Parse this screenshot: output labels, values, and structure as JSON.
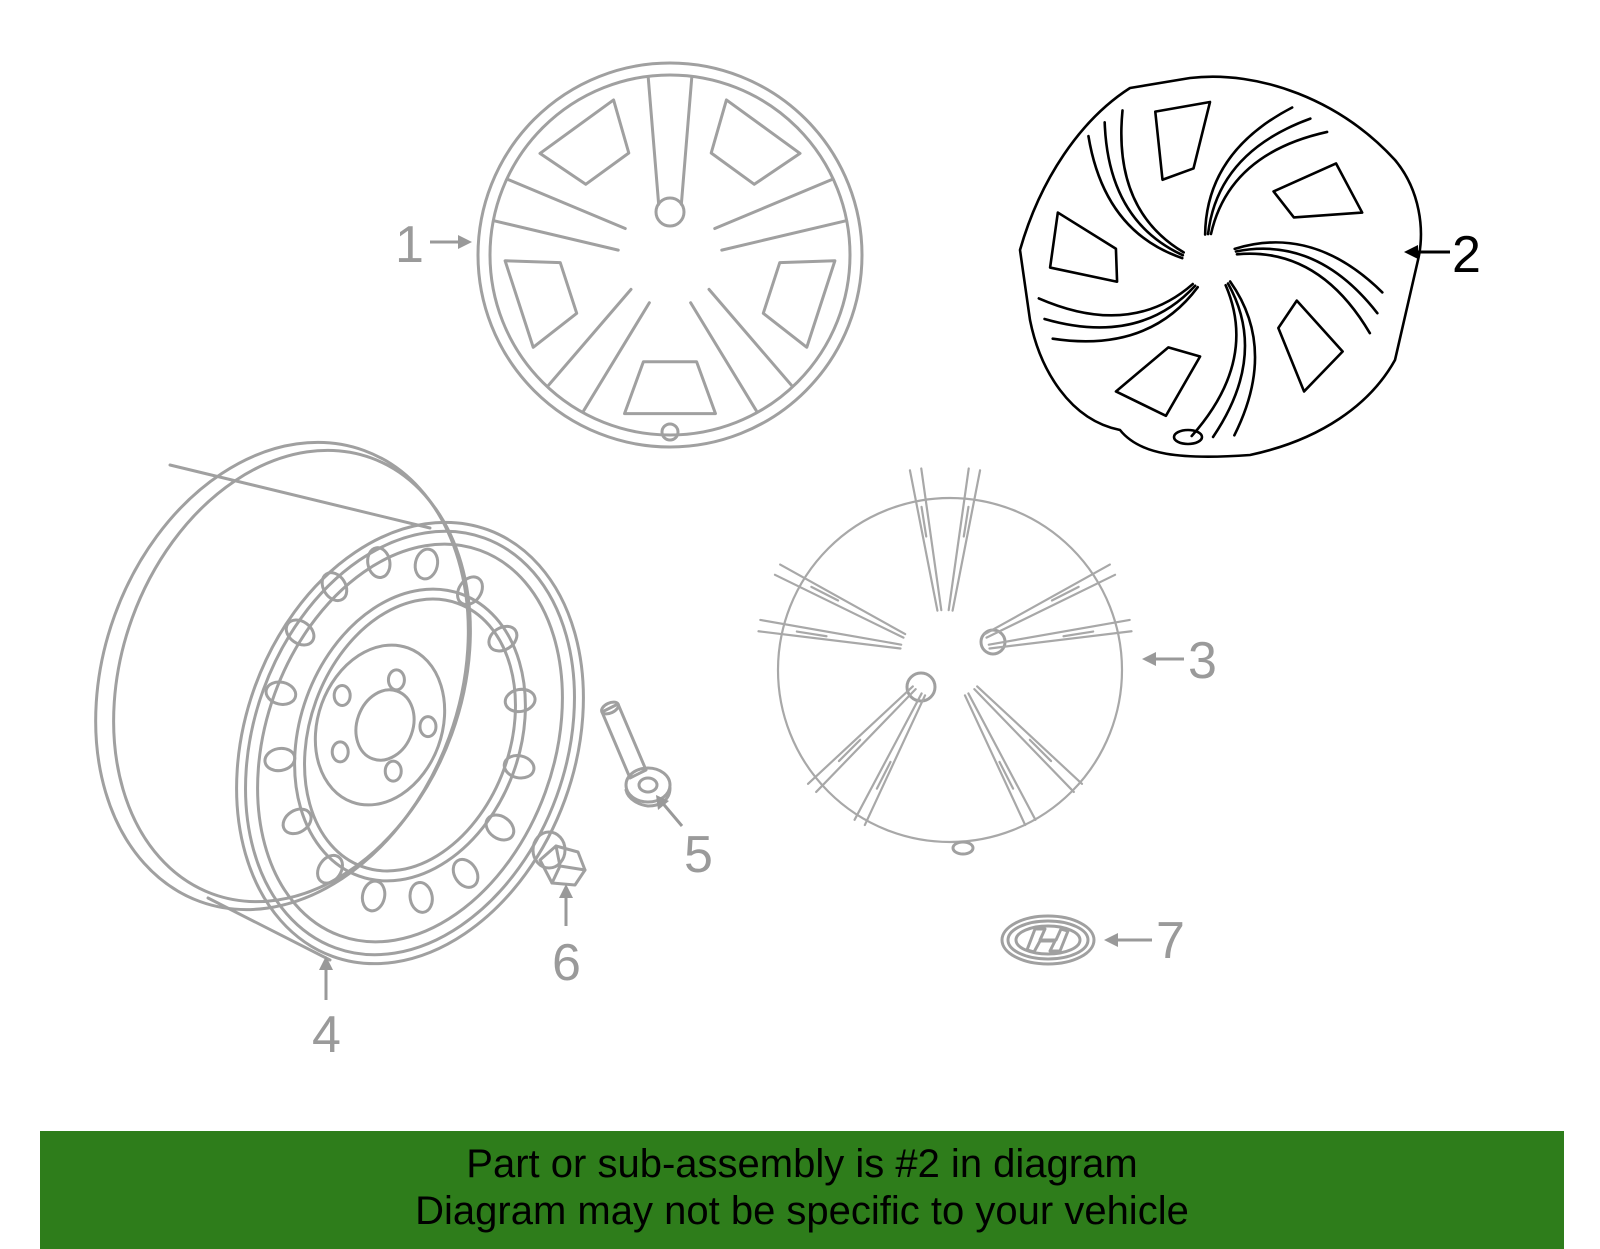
{
  "callouts": [
    {
      "id": "1",
      "label": "1",
      "highlighted": false
    },
    {
      "id": "2",
      "label": "2",
      "highlighted": true
    },
    {
      "id": "3",
      "label": "3",
      "highlighted": false
    },
    {
      "id": "4",
      "label": "4",
      "highlighted": false
    },
    {
      "id": "5",
      "label": "5",
      "highlighted": false
    },
    {
      "id": "6",
      "label": "6",
      "highlighted": false
    },
    {
      "id": "7",
      "label": "7",
      "highlighted": false
    }
  ],
  "banner": {
    "line1": "Part or sub-assembly is #2 in diagram",
    "line2": "Diagram may not be specific to your vehicle",
    "background": "#2e7d1b"
  },
  "colors": {
    "highlight": "#000000",
    "dimmed": "#9a9a9a"
  }
}
